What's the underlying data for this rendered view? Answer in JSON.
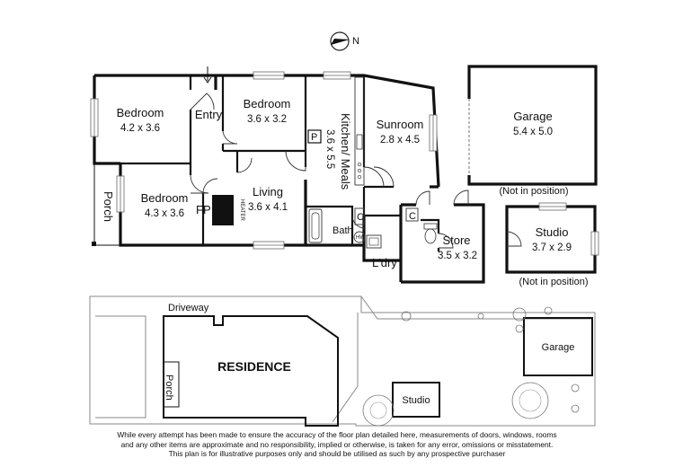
{
  "compass": {
    "label": "N"
  },
  "rooms": {
    "bedroom1": {
      "name": "Bedroom",
      "size": "4.2 x 3.6"
    },
    "entry": {
      "name": "Entry"
    },
    "bedroom2": {
      "name": "Bedroom",
      "size": "3.6 x 3.2"
    },
    "kitchen": {
      "name": "Kitchen/ Meals",
      "size": "3.6 x 5.5"
    },
    "sunroom": {
      "name": "Sunroom",
      "size": "2.8 x 4.5"
    },
    "garage": {
      "name": "Garage",
      "size": "5.4 x 5.0",
      "note": "(Not in position)"
    },
    "porch": {
      "name": "Porch"
    },
    "bedroom3": {
      "name": "Bedroom",
      "size": "4.3 x 3.6"
    },
    "living": {
      "name": "Living",
      "size": "3.6 x 4.1",
      "fp": "FP",
      "heater": "HEATER"
    },
    "bath": {
      "name": "Bath"
    },
    "laundry": {
      "name": "L'dry"
    },
    "store": {
      "name": "Store",
      "size": "3.5 x 3.2"
    },
    "studio": {
      "name": "Studio",
      "size": "3.7 x 2.9",
      "note": "(Not in position)"
    }
  },
  "fixtures": {
    "pantry": "P",
    "cupboard1": "C",
    "cupboard2": "C",
    "hot_water": "HW"
  },
  "site": {
    "driveway": "Driveway",
    "residence": "RESIDENCE",
    "porch": "Porch",
    "garage": "Garage",
    "studio": "Studio"
  },
  "disclaimer": [
    "While every attempt has been made to ensure the accuracy of the floor plan detailed here, measurements of doors, windows, rooms",
    "and any other items are approximate and no responsibility, implied or otherwise, is taken for any error, omissions or misstatement.",
    "This plan is for illustrative purposes only and should be utilised as such by any prospective purchaser"
  ]
}
